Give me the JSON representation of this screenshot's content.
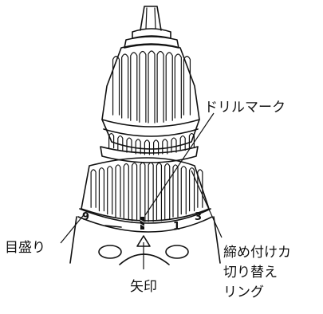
{
  "labels": {
    "drill_mark": "ドリルマーク",
    "scale": "目盛り",
    "clutch_ring_line1": "締め付けカ",
    "clutch_ring_line2": "切り替え",
    "clutch_ring_line3": "リング",
    "arrow": "矢印"
  },
  "dial_numbers": {
    "nine": "9",
    "one": "1",
    "three": "3"
  },
  "icons": {
    "indicator_arrow": "triangle-arrow-icon",
    "drill_mark": "drill-bit-icon"
  }
}
